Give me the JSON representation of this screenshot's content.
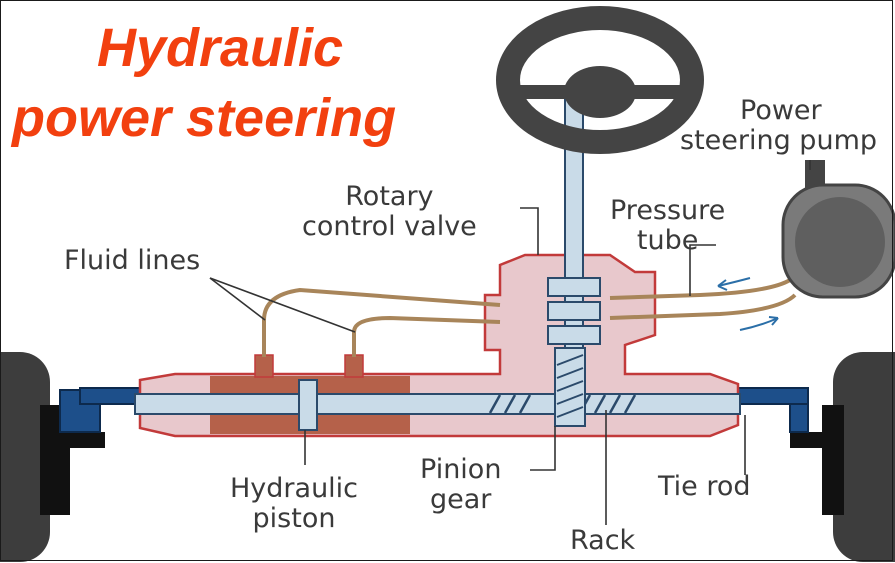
{
  "title": {
    "line1": "Hydraulic",
    "line2": "power steering"
  },
  "labels": {
    "power_steering_pump": [
      "Power",
      "steering pump"
    ],
    "rotary_control_valve": [
      "Rotary",
      "control valve"
    ],
    "pressure_tube": [
      "Pressure",
      "tube"
    ],
    "fluid_lines": "Fluid lines",
    "pinion_gear": [
      "Pinion",
      "gear"
    ],
    "hydraulic_piston": [
      "Hydraulic",
      "piston"
    ],
    "tie_rod": "Tie rod",
    "rack": "Rack"
  },
  "colors": {
    "title": "#f2400f",
    "housing_fill": "#e8c8cc",
    "housing_outline": "#c23a3a",
    "fluid": "#b5614a",
    "fluid_line": "#a8855a",
    "rack": "#c9dbe8",
    "tie_rod": "#1d4f8a",
    "wheel": "#3d3d3d",
    "steering_wheel": "#444444",
    "pump": "#7a7a7a",
    "label_text": "#3a3a3a"
  }
}
